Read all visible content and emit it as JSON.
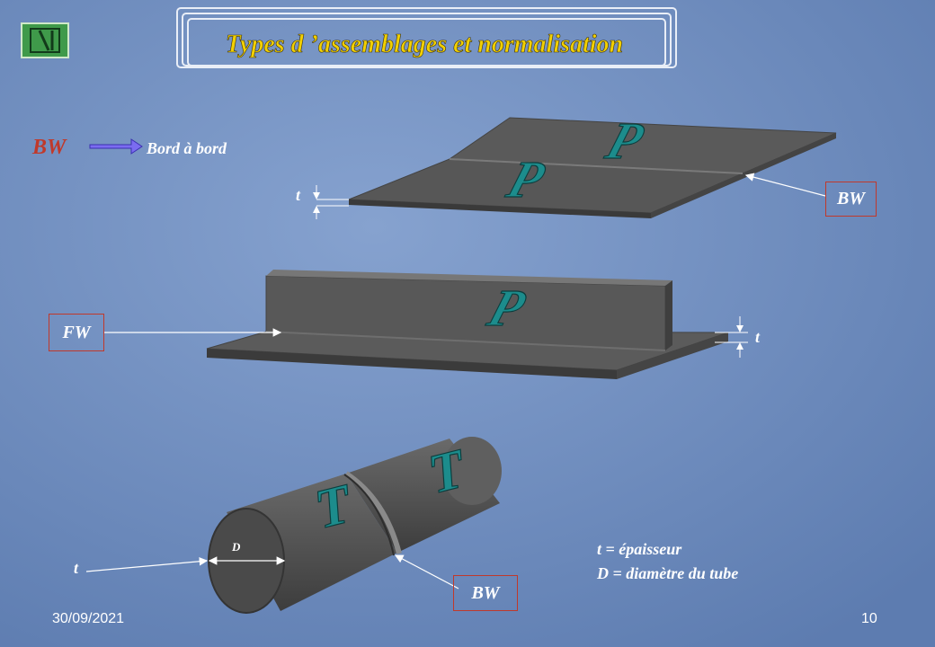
{
  "slide": {
    "title": "Types d ’assemblages et normalisation",
    "legend_bw": "BW",
    "legend_text": "Bord à bord",
    "plate_letter": "P",
    "tube_letter": "T",
    "label_bw_top": "BW",
    "label_fw": "FW",
    "label_bw_bottom": "BW",
    "t_label_top": "t",
    "t_label_mid": "t",
    "t_label_bottom": "t",
    "d_label": "D",
    "def_t": "t = épaisseur",
    "def_d": "D = diamètre du tube",
    "date": "30/09/2021",
    "page_number": "10"
  },
  "colors": {
    "background": "#6f8dbd",
    "title": "#f2d000",
    "legend_bw": "#c0392b",
    "box_border": "#c0392b",
    "steel": "#595959",
    "letter": "#1c8c8c"
  },
  "icons": {
    "nav": "end-show-icon"
  }
}
